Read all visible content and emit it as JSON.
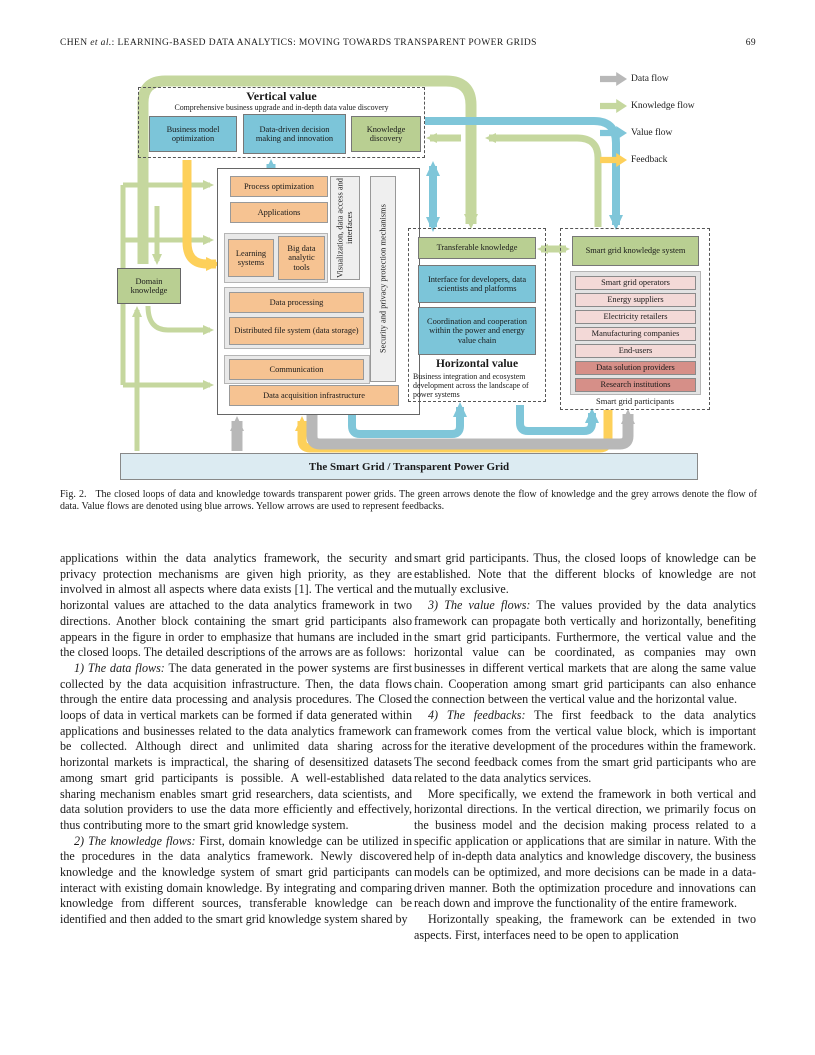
{
  "header": {
    "prefix": "CHEN ",
    "etal": "et al.",
    "title": ": LEARNING-BASED DATA ANALYTICS: MOVING TOWARDS TRANSPARENT POWER GRIDS",
    "page_number": "69"
  },
  "figure": {
    "legend": {
      "items": [
        {
          "label": "Data flow",
          "color": "#b8b8b8"
        },
        {
          "label": "Knowledge flow",
          "color": "#c5d79e"
        },
        {
          "label": "Value flow",
          "color": "#7fc6d9"
        },
        {
          "label": "Feedback",
          "color": "#fdd05a"
        }
      ]
    },
    "vertical_value": {
      "title": "Vertical value",
      "subtitle": "Comprehensive business upgrade and in-depth data value discovery",
      "boxes": [
        {
          "label": "Business model optimization"
        },
        {
          "label": "Data-driven decision making and innovation"
        },
        {
          "label": "Knowledge discovery"
        }
      ]
    },
    "framework": {
      "process_optimization": "Process optimization",
      "applications": "Applications",
      "learning_systems": "Learning systems",
      "big_data_tools": "Big data analytic tools",
      "visualization": "Visualization, data access and interfaces",
      "security": "Security and privacy protection mechanisms",
      "data_processing": "Data processing",
      "distributed_fs": "Distributed file system (data storage)",
      "communication": "Communication",
      "data_acquisition": "Data acquisition infrastructure"
    },
    "domain_knowledge": "Domain knowledge",
    "horizontal_value": {
      "title": "Horizontal value",
      "subtitle": "Business integration and ecosystem development across the landscape of power systems",
      "boxes": [
        {
          "label": "Transferable knowledge"
        },
        {
          "label": "Interface for developers, data scientists and platforms"
        },
        {
          "label": "Coordination and cooperation within the power and energy value chain"
        }
      ]
    },
    "participants": {
      "knowledge_system": "Smart grid knowledge system",
      "items": [
        {
          "label": "Smart grid operators"
        },
        {
          "label": "Energy suppliers"
        },
        {
          "label": "Electricity retailers"
        },
        {
          "label": "Manufacturing companies"
        },
        {
          "label": "End-users"
        },
        {
          "label": "Data solution providers"
        },
        {
          "label": "Research institutions"
        }
      ],
      "label": "Smart grid participants"
    },
    "bottom_bar": "The Smart Grid / Transparent Power Grid",
    "caption_tag": "Fig. 2.",
    "caption": "The closed loops of data and knowledge towards transparent power grids. The green arrows denote the flow of knowledge and the grey arrows denote the flow of data. Value flows are denoted using blue arrows. Yellow arrows are used to represent feedbacks."
  },
  "body": {
    "left": {
      "p1": {
        "text": "applications within the data analytics framework, the security and privacy protection mechanisms are given high priority, as they are involved in almost all aspects where data exists [1]. The vertical and the horizontal values are attached to the data analytics framework in two directions. Another block containing the smart grid participants also appears in the figure in order to emphasize that humans are included in the closed loops. The detailed descriptions of the arrows are as follows:"
      },
      "p2": {
        "num": "1)",
        "lead": "The data flows:",
        "text": "The data generated in the power systems are first collected by the data acquisition infrastructure. Then, the data flows through the entire data processing and analysis procedures. The Closed loops of data in vertical markets can be formed if data generated within applications and businesses related to the data analytics framework can be collected. Although direct and unlimited data sharing across horizontal markets is impractical, the sharing of desensitized datasets among smart grid participants is possible. A well-established data sharing mechanism enables smart grid researchers, data scientists, and data solution providers to use the data more efficiently and effectively, thus contributing more to the smart grid knowledge system."
      },
      "p3": {
        "num": "2)",
        "lead": "The knowledge flows:",
        "text": "First, domain knowledge can be utilized in the procedures in the data analytics framework. Newly discovered knowledge and the knowledge system of smart grid participants can interact with existing domain knowledge. By integrating and comparing knowledge from different sources, transferable knowledge can be identified and then added to the smart grid knowledge system shared by"
      }
    },
    "right": {
      "p1": {
        "text": "smart grid participants. Thus, the closed loops of knowledge can be established. Note that the different blocks of knowledge are not mutually exclusive."
      },
      "p2": {
        "num": "3)",
        "lead": "The value flows:",
        "text": "The values provided by the data analytics framework can propagate both vertically and horizontally, benefiting the smart grid participants. Furthermore, the vertical value and the horizontal value can be coordinated, as companies may own businesses in different vertical markets that are along the same value chain. Cooperation among smart grid participants can also enhance the connection between the vertical value and the horizontal value."
      },
      "p3": {
        "num": "4)",
        "lead": "The feedbacks:",
        "text": "The first feedback to the data analytics framework comes from the vertical value block, which is important for the iterative development of the procedures within the framework. The second feedback comes from the smart grid participants who are related to the data analytics services."
      },
      "p4": {
        "text": "More specifically, we extend the framework in both vertical and horizontal directions. In the vertical direction, we primarily focus on the business model and the decision making process related to a specific application or applications that are similar in nature. With the help of in-depth data analytics and knowledge discovery, the business models can be optimized, and more decisions can be made in a data-driven manner. Both the optimization procedure and innovations can reach down and improve the functionality of the entire framework."
      },
      "p5": {
        "text": "Horizontally speaking, the framework can be extended in two aspects. First, interfaces need to be open to application"
      }
    }
  }
}
